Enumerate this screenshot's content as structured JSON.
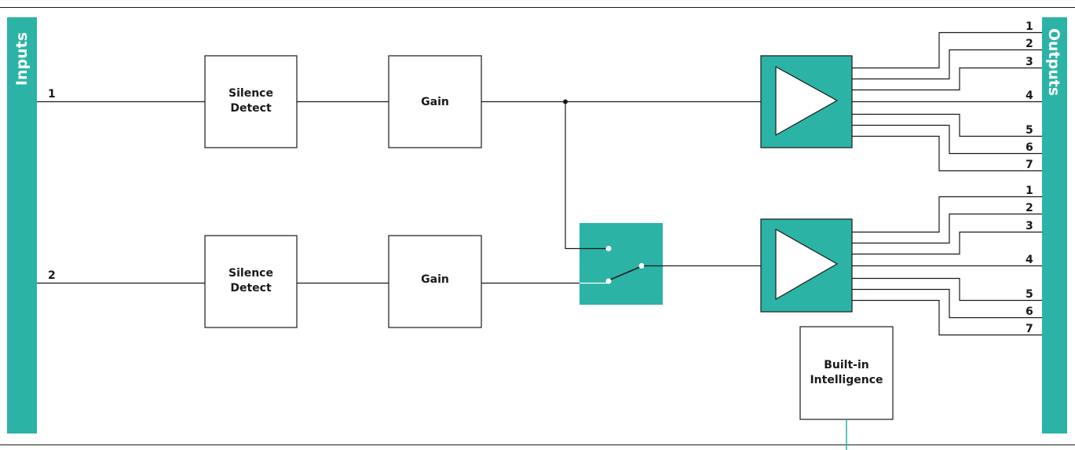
{
  "inputs_label": "Inputs",
  "outputs_label": "Outputs",
  "accent_color": "#2bb3a6",
  "inputs": [
    {
      "num": "1",
      "silence": [
        "Silence",
        "Detect"
      ],
      "gain": "Gain"
    },
    {
      "num": "2",
      "silence": [
        "Silence",
        "Detect"
      ],
      "gain": "Gain"
    }
  ],
  "switch_icon": "changeover-switch-icon",
  "amplifier_icon": "amplifier-triangle-icon",
  "amplifiers": [
    {
      "outputs": [
        "1",
        "2",
        "3",
        "4",
        "5",
        "6",
        "7"
      ]
    },
    {
      "outputs": [
        "1",
        "2",
        "3",
        "4",
        "5",
        "6",
        "7"
      ]
    }
  ],
  "intelligence": [
    "Built-in",
    "Intelligence"
  ]
}
